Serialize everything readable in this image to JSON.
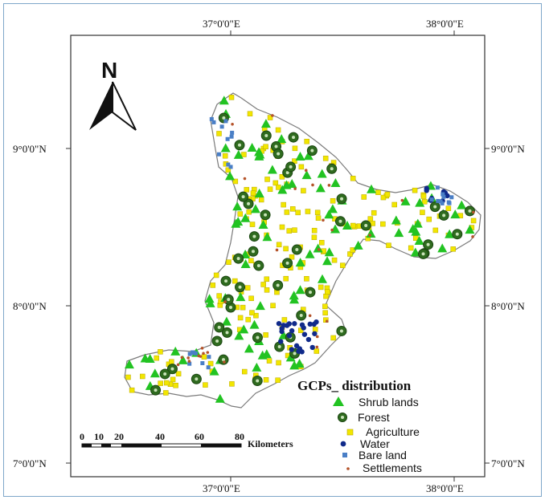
{
  "graticule": {
    "top": [
      "37°0'0\"E",
      "38°0'0\"E"
    ],
    "bottom": [
      "37°0'0\"E",
      "38°0'0\"E"
    ],
    "left": [
      "9°0'0\"N",
      "8°0'0\"N",
      "7°0'0\"N"
    ],
    "right": [
      "9°0'0\"N",
      "8°0'0\"N",
      "7°0'0\"N"
    ]
  },
  "north_arrow": {
    "label": "N"
  },
  "legend": {
    "title": "GCPs_ distribution",
    "items": [
      {
        "label": "Shrub lands",
        "symbol": "triangle",
        "color": "#22c322"
      },
      {
        "label": "Forest",
        "symbol": "ring",
        "color": "#2f6b1f"
      },
      {
        "label": "Agriculture",
        "symbol": "square",
        "color": "#f2e600"
      },
      {
        "label": "Water",
        "symbol": "dot",
        "color": "#102a8a"
      },
      {
        "label": "Bare land",
        "symbol": "cross",
        "color": "#4a7fc6"
      },
      {
        "label": "Settlements",
        "symbol": "small-dot",
        "color": "#b5532a"
      }
    ]
  },
  "scale_bar": {
    "ticks": [
      "0",
      "10",
      "20",
      "40",
      "60",
      "80"
    ],
    "unit": "Kilometers"
  },
  "colors": {
    "frame": "#7fa7c9",
    "boundary": "#7a7a7a"
  }
}
